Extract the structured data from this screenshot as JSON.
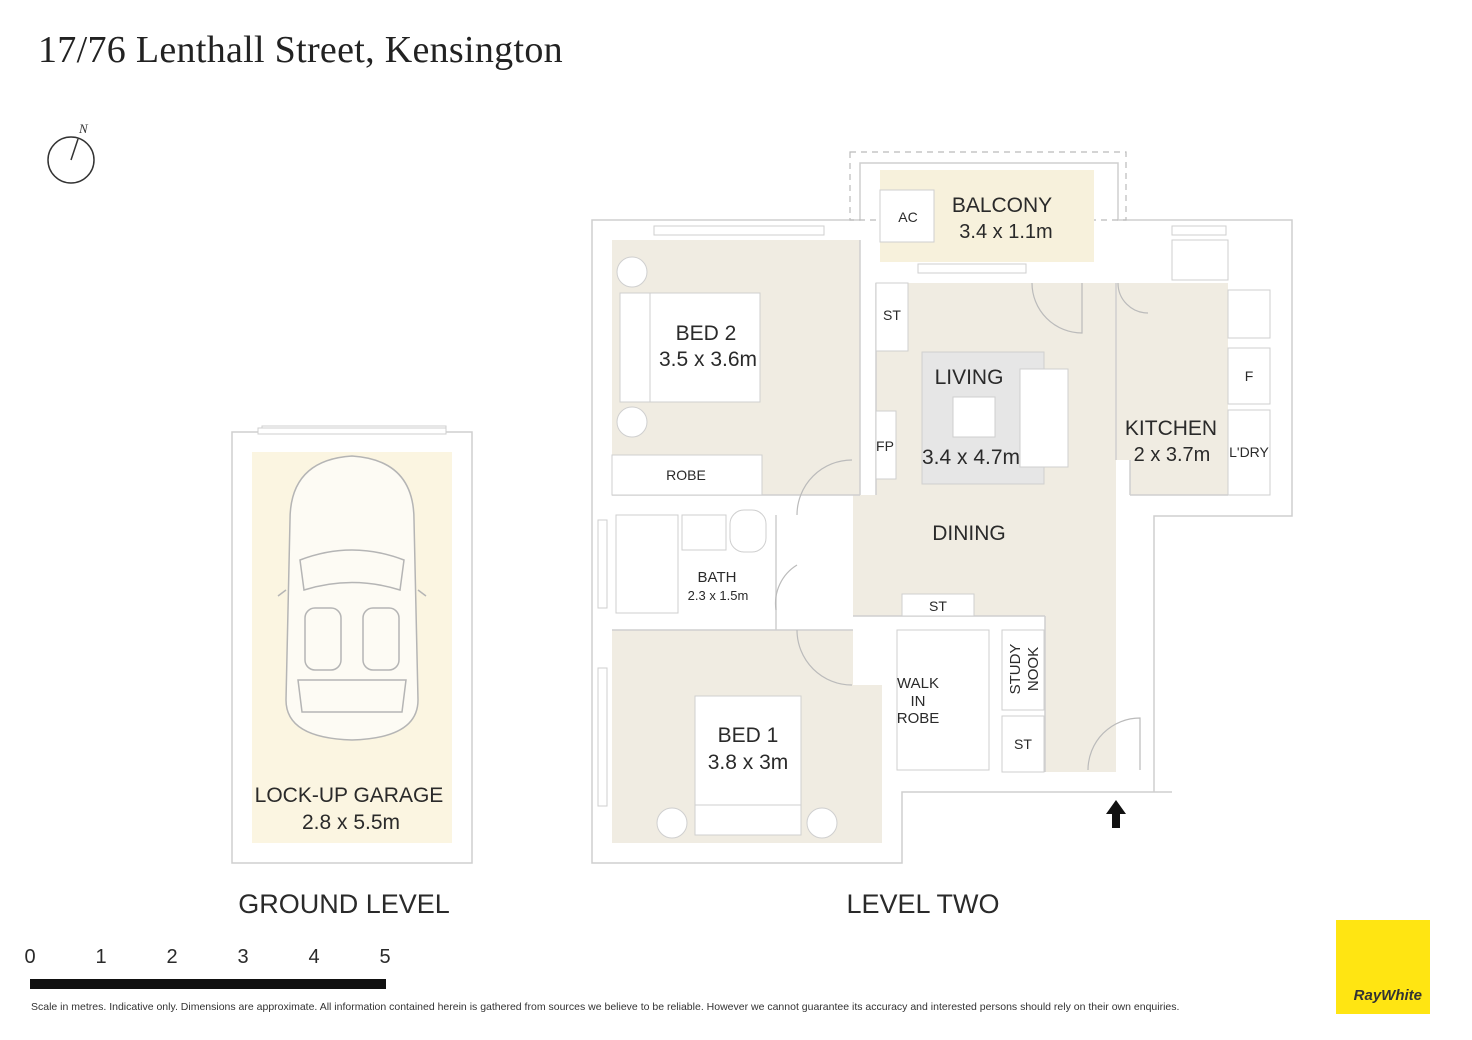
{
  "title": "17/76 Lenthall Street, Kensington",
  "compass_label": "N",
  "colors": {
    "room_fill": "#f0ece2",
    "balcony_fill": "#f7f1dc",
    "garage_fill": "#fbf5e1",
    "wall": "#cfcfcf",
    "furniture": "#ffffff",
    "brand": "#ffe512"
  },
  "levels": {
    "ground": "GROUND LEVEL",
    "two": "LEVEL TWO"
  },
  "rooms": {
    "garage": {
      "name": "LOCK-UP GARAGE",
      "dims": "2.8 x 5.5m"
    },
    "balcony": {
      "name": "BALCONY",
      "dims": "3.4 x 1.1m"
    },
    "bed2": {
      "name": "BED 2",
      "dims": "3.5 x 3.6m"
    },
    "living": {
      "name": "LIVING",
      "dims": "3.4 x 4.7m"
    },
    "kitchen": {
      "name": "KITCHEN",
      "dims": "2 x 3.7m"
    },
    "dining": {
      "name": "DINING"
    },
    "bath": {
      "name": "BATH",
      "dims": "2.3 x 1.5m"
    },
    "bed1": {
      "name": "BED 1",
      "dims": "3.8 x 3m"
    },
    "walkin": {
      "line1": "WALK",
      "line2": "IN",
      "line3": "ROBE"
    },
    "study": {
      "line1": "STUDY",
      "line2": "NOOK"
    }
  },
  "fixtures": {
    "ac": "AC",
    "st": "ST",
    "fp": "FP",
    "robe": "ROBE",
    "fridge": "F",
    "laundry": "L'DRY"
  },
  "scale": {
    "ticks": [
      "0",
      "1",
      "2",
      "3",
      "4",
      "5"
    ]
  },
  "disclaimer": "Scale in metres. Indicative only. Dimensions are approximate. All information contained herein is gathered from sources we believe to be reliable. However we cannot guarantee its accuracy and interested persons should rely on their own enquiries.",
  "brand": "RayWhite"
}
